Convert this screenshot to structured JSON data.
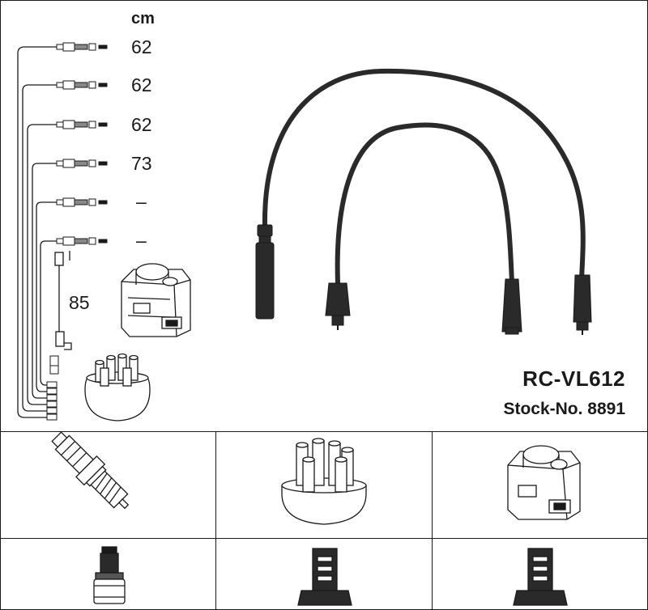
{
  "header": {
    "unit_label": "cm",
    "lengths": [
      "62",
      "62",
      "62",
      "73",
      "–",
      "–"
    ],
    "coil_lead_length": "85"
  },
  "product": {
    "model": "RC-VL612",
    "stock_label": "Stock-No. 8891"
  },
  "icons": {
    "row1": [
      "spark-plug-icon",
      "distributor-cap-icon",
      "ignition-coil-icon"
    ],
    "row2": [
      "spark-plug-terminal-icon",
      "distributor-terminal-icon",
      "coil-terminal-icon"
    ]
  },
  "colors": {
    "line": "#1a1a1a",
    "cable": "#2a2a2a",
    "background": "#ffffff"
  }
}
